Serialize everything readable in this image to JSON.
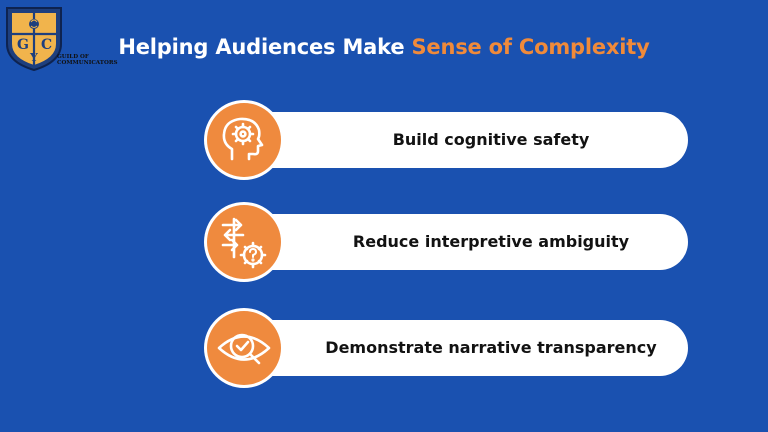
{
  "logo": {
    "letters": [
      "G",
      "Y",
      "C"
    ],
    "name_line1": "GUILD OF",
    "name_line2": "COMMUNICATORS"
  },
  "title": {
    "prefix": "Helping Audiences Make",
    "accent": "Sense of Complexity"
  },
  "items": [
    {
      "label": "Build cognitive safety",
      "icon": "head-gear-icon"
    },
    {
      "label": "Reduce interpretive ambiguity",
      "icon": "arrows-gear-question-icon"
    },
    {
      "label": "Demonstrate narrative transparency",
      "icon": "eye-magnifier-check-icon"
    }
  ],
  "colors": {
    "background": "#1a51b0",
    "accent": "#f08a3a",
    "icon_circle": "#ef8a3e",
    "pill": "#ffffff",
    "logo_shield": "#1e3f7e",
    "logo_gold": "#f1b44c"
  }
}
